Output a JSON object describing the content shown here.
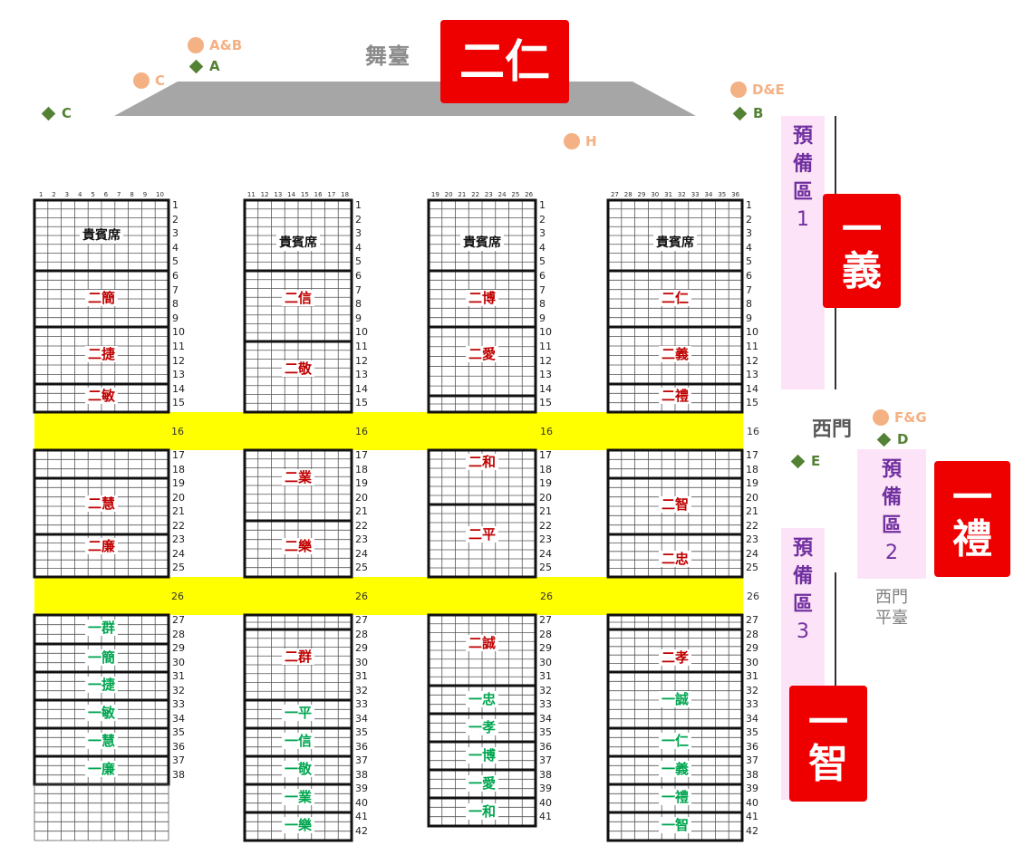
{
  "stage": {
    "label": "舞臺"
  },
  "classes": {
    "top": "二仁",
    "right_upper": "一\n義",
    "right_middle": "一\n禮",
    "right_lower": "一\n智"
  },
  "markers": {
    "ab_dot": "A&B",
    "a_diamond": "A",
    "c_dot": "C",
    "c_diamond": "C",
    "de_dot": "D&E",
    "b_diamond": "B",
    "h_dot": "H",
    "fg_dot": "F&G",
    "d_diamond": "D",
    "e_diamond": "E"
  },
  "reserve_areas": [
    {
      "title": "預\n備\n區",
      "num": "1"
    },
    {
      "title": "預\n備\n區",
      "num": "2"
    },
    {
      "title": "預\n備\n區",
      "num": "3"
    }
  ],
  "west_gate": "西門",
  "west_platform": "西門\n平臺",
  "aisle_rows": [
    "16",
    "26"
  ],
  "colors": {
    "senior": "#c00000",
    "junior": "#00a650",
    "red_box": "#ee0000",
    "aisle": "#ffff00",
    "reserve": "#fde3f7"
  },
  "blocks": [
    {
      "col_numbers": "1 2 3 4 5 6 7 8 9 10",
      "sections": [
        {
          "label": "貴賓席",
          "kind": "vip"
        },
        {
          "label": "二簡",
          "kind": "senior"
        },
        {
          "label": "二捷",
          "kind": "senior"
        },
        {
          "label": "二敏",
          "kind": "senior"
        },
        {
          "label": "二慧",
          "kind": "senior"
        },
        {
          "label": "二廉",
          "kind": "senior"
        },
        {
          "label": "一群",
          "kind": "junior"
        },
        {
          "label": "一簡",
          "kind": "junior"
        },
        {
          "label": "一捷",
          "kind": "junior"
        },
        {
          "label": "一敏",
          "kind": "junior"
        },
        {
          "label": "一慧",
          "kind": "junior"
        },
        {
          "label": "一廉",
          "kind": "junior"
        }
      ]
    },
    {
      "col_numbers": "11 12 13 14 15 16 17 18",
      "sections": [
        {
          "label": "貴賓席",
          "kind": "vip"
        },
        {
          "label": "二信",
          "kind": "senior"
        },
        {
          "label": "二敬",
          "kind": "senior"
        },
        {
          "label": "二業",
          "kind": "senior"
        },
        {
          "label": "二樂",
          "kind": "senior"
        },
        {
          "label": "二群",
          "kind": "senior"
        },
        {
          "label": "一平",
          "kind": "junior"
        },
        {
          "label": "一信",
          "kind": "junior"
        },
        {
          "label": "一敬",
          "kind": "junior"
        },
        {
          "label": "一業",
          "kind": "junior"
        },
        {
          "label": "一樂",
          "kind": "junior"
        }
      ]
    },
    {
      "col_numbers": "19 20 21 22 23 24 25 26",
      "sections": [
        {
          "label": "貴賓席",
          "kind": "vip"
        },
        {
          "label": "二博",
          "kind": "senior"
        },
        {
          "label": "二愛",
          "kind": "senior"
        },
        {
          "label": "二和",
          "kind": "senior"
        },
        {
          "label": "二平",
          "kind": "senior"
        },
        {
          "label": "二誠",
          "kind": "senior"
        },
        {
          "label": "一忠",
          "kind": "junior"
        },
        {
          "label": "一孝",
          "kind": "junior"
        },
        {
          "label": "一博",
          "kind": "junior"
        },
        {
          "label": "一愛",
          "kind": "junior"
        },
        {
          "label": "一和",
          "kind": "junior"
        }
      ]
    },
    {
      "col_numbers": "27 28 29 30 31 32 33 34 35 36",
      "sections": [
        {
          "label": "貴賓席",
          "kind": "vip"
        },
        {
          "label": "二仁",
          "kind": "senior"
        },
        {
          "label": "二義",
          "kind": "senior"
        },
        {
          "label": "二禮",
          "kind": "senior"
        },
        {
          "label": "二智",
          "kind": "senior"
        },
        {
          "label": "二忠",
          "kind": "senior"
        },
        {
          "label": "二孝",
          "kind": "senior"
        },
        {
          "label": "一誠",
          "kind": "junior"
        },
        {
          "label": "一仁",
          "kind": "junior"
        },
        {
          "label": "一義",
          "kind": "junior"
        },
        {
          "label": "一禮",
          "kind": "junior"
        },
        {
          "label": "一智",
          "kind": "junior"
        }
      ]
    }
  ],
  "row_numbers": {
    "block1": [
      "1",
      "2",
      "3",
      "4",
      "5",
      "6",
      "7",
      "8",
      "9",
      "10",
      "11",
      "12",
      "13",
      "14",
      "15",
      "16",
      "17",
      "18",
      "19",
      "20",
      "21",
      "22",
      "23",
      "24",
      "25",
      "26",
      "27",
      "28",
      "29",
      "30",
      "31",
      "32",
      "33",
      "34",
      "35",
      "36",
      "37",
      "38"
    ],
    "block2": [
      "1",
      "2",
      "3",
      "4",
      "5",
      "6",
      "7",
      "8",
      "9",
      "10",
      "11",
      "12",
      "13",
      "14",
      "15",
      "16",
      "17",
      "18",
      "19",
      "20",
      "21",
      "22",
      "23",
      "24",
      "25",
      "26",
      "27",
      "28",
      "29",
      "30",
      "31",
      "32",
      "33",
      "34",
      "35",
      "36",
      "37",
      "38",
      "39",
      "40",
      "41",
      "42"
    ],
    "block3": [
      "1",
      "2",
      "3",
      "4",
      "5",
      "6",
      "7",
      "8",
      "9",
      "10",
      "11",
      "12",
      "13",
      "14",
      "15",
      "16",
      "17",
      "18",
      "19",
      "20",
      "21",
      "22",
      "23",
      "24",
      "25",
      "26",
      "27",
      "28",
      "29",
      "30",
      "31",
      "32",
      "33",
      "34",
      "35",
      "36",
      "37",
      "38",
      "39",
      "40",
      "41"
    ],
    "block4": [
      "1",
      "2",
      "3",
      "4",
      "5",
      "6",
      "7",
      "8",
      "9",
      "10",
      "11",
      "12",
      "13",
      "14",
      "15",
      "16",
      "17",
      "18",
      "19",
      "20",
      "21",
      "22",
      "23",
      "24",
      "25",
      "26",
      "27",
      "28",
      "29",
      "30",
      "31",
      "32",
      "33",
      "34",
      "35",
      "36",
      "37",
      "38",
      "39",
      "40",
      "41",
      "42"
    ]
  }
}
